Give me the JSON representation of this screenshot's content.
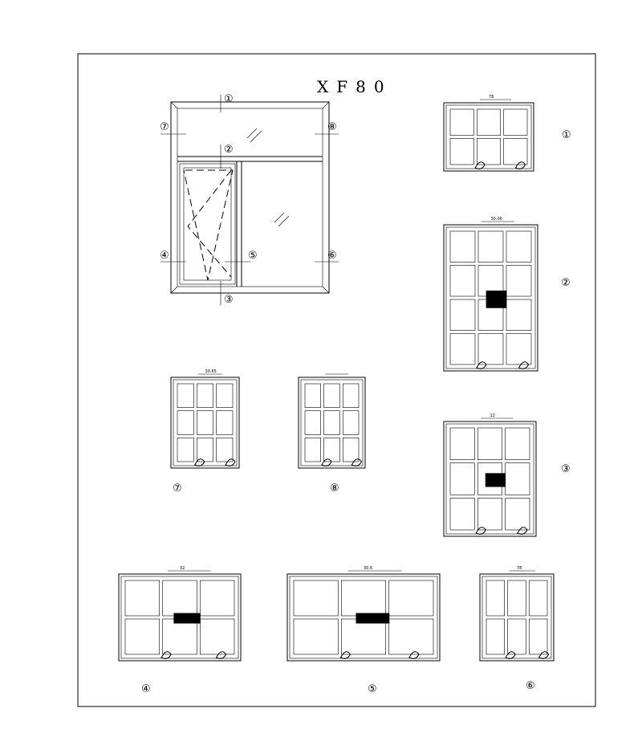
{
  "title": "XF80",
  "elevation": {
    "markers": [
      "①",
      "②",
      "③",
      "④",
      "⑤",
      "⑥",
      "⑦",
      "⑧"
    ]
  },
  "sections": [
    {
      "id": "1",
      "label": "①",
      "dimension": "78"
    },
    {
      "id": "2",
      "label": "②",
      "dimension": "30.06"
    },
    {
      "id": "3",
      "label": "③",
      "dimension": "12"
    },
    {
      "id": "4",
      "label": "④",
      "dimension": "32"
    },
    {
      "id": "5",
      "label": "⑤",
      "dimension": "30.6"
    },
    {
      "id": "6",
      "label": "⑥",
      "dimension": "78"
    },
    {
      "id": "7",
      "label": "⑦",
      "dimension": "30.65"
    },
    {
      "id": "8",
      "label": "⑧",
      "dimension": ""
    }
  ]
}
